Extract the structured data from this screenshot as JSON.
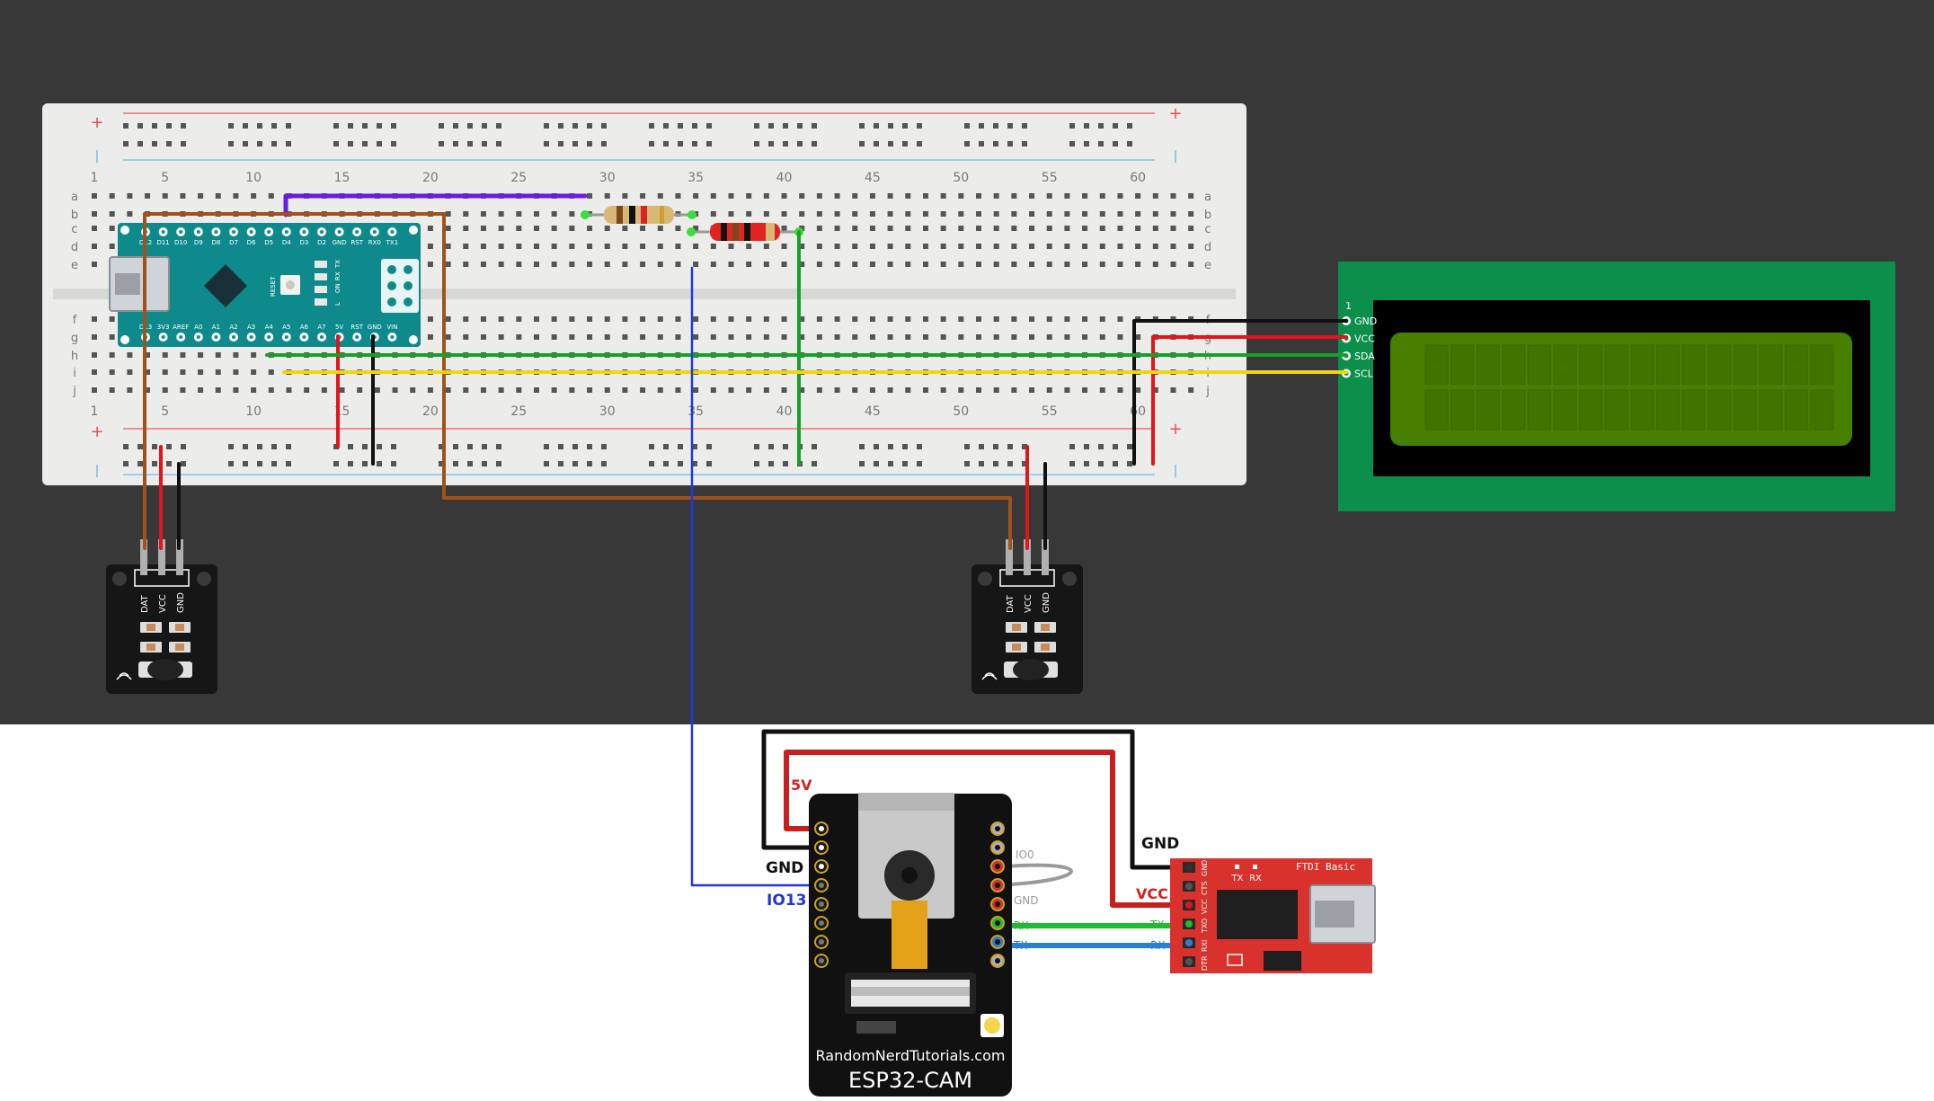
{
  "breadboard": {
    "column_numbers": [
      "1",
      "5",
      "10",
      "15",
      "20",
      "25",
      "30",
      "35",
      "40",
      "45",
      "50",
      "55",
      "60"
    ],
    "rows_top": [
      "a",
      "b",
      "c",
      "d",
      "e"
    ],
    "rows_bottom": [
      "f",
      "g",
      "h",
      "i",
      "j"
    ],
    "plus": "+",
    "minus": "|"
  },
  "arduino_nano": {
    "top_pins": [
      "D12",
      "D11",
      "D10",
      "D9",
      "D8",
      "D7",
      "D6",
      "D5",
      "D4",
      "D3",
      "D2",
      "GND",
      "RST",
      "RX0",
      "TX1"
    ],
    "bottom_pins": [
      "D13",
      "3V3",
      "AREF",
      "A0",
      "A1",
      "A2",
      "A3",
      "A4",
      "A5",
      "A6",
      "A7",
      "5V",
      "RST",
      "GND",
      "VIN"
    ],
    "reset_label": "RESET",
    "led_labels": [
      "TX",
      "RX",
      "ON",
      "L"
    ]
  },
  "lcd": {
    "pin_index": "1",
    "pins": [
      "GND",
      "VCC",
      "SDA",
      "SCL"
    ]
  },
  "ir_sensor_left": {
    "pins": [
      "DAT",
      "VCC",
      "GND"
    ]
  },
  "ir_sensor_right": {
    "pins": [
      "DAT",
      "VCC",
      "GND"
    ]
  },
  "esp32": {
    "brand": "RandomNerdTutorials.com",
    "name": "ESP32-CAM",
    "label_5v": "5V",
    "label_gnd": "GND",
    "label_io13": "IO13",
    "label_io0": "IO0",
    "label_gnd2": "GND",
    "label_rx": "RX",
    "label_tx": "TX"
  },
  "ftdi": {
    "title": "FTDI Basic",
    "led_tx": "TX",
    "led_rx": "RX",
    "pins": [
      "DTR",
      "RXI",
      "TXO",
      "VCC",
      "CTS",
      "GND"
    ],
    "label_gnd": "GND",
    "label_vcc": "VCC",
    "label_tx": "TX",
    "label_rx": "RX"
  },
  "colors": {
    "dark_bg": "#383838",
    "breadboard": "#ececea",
    "nano": "#0f8a8c",
    "lcd_board": "#0b8f4a",
    "lcd_screen": "#477f00",
    "ftdi": "#d9312c",
    "wire_brown": "#a0521d",
    "wire_red": "#e3141b",
    "wire_black": "#111111",
    "wire_green": "#17a12b",
    "wire_yellow": "#f2d414",
    "wire_blue": "#2435d6",
    "wire_purple": "#6a1ce0"
  }
}
